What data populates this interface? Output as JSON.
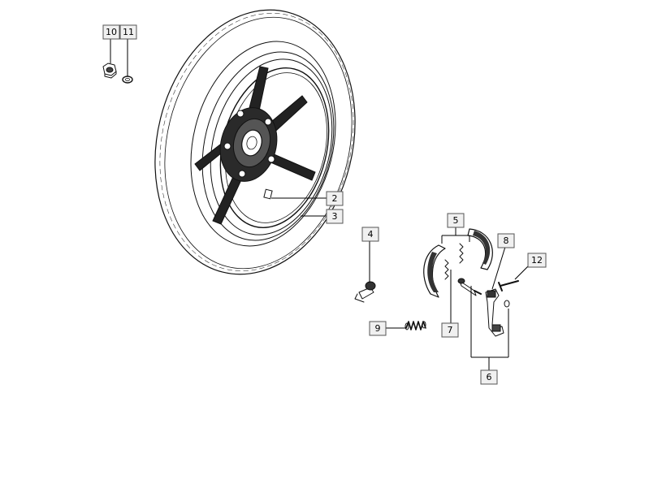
{
  "callouts": {
    "c2": "2",
    "c3": "3",
    "c4": "4",
    "c5": "5",
    "c6": "6",
    "c7": "7",
    "c8": "8",
    "c9": "9",
    "c10": "10",
    "c11": "11",
    "c12": "12"
  },
  "colors": {
    "line": "#111111",
    "callout_fill": "#f0f0f0",
    "callout_border": "#555555"
  }
}
